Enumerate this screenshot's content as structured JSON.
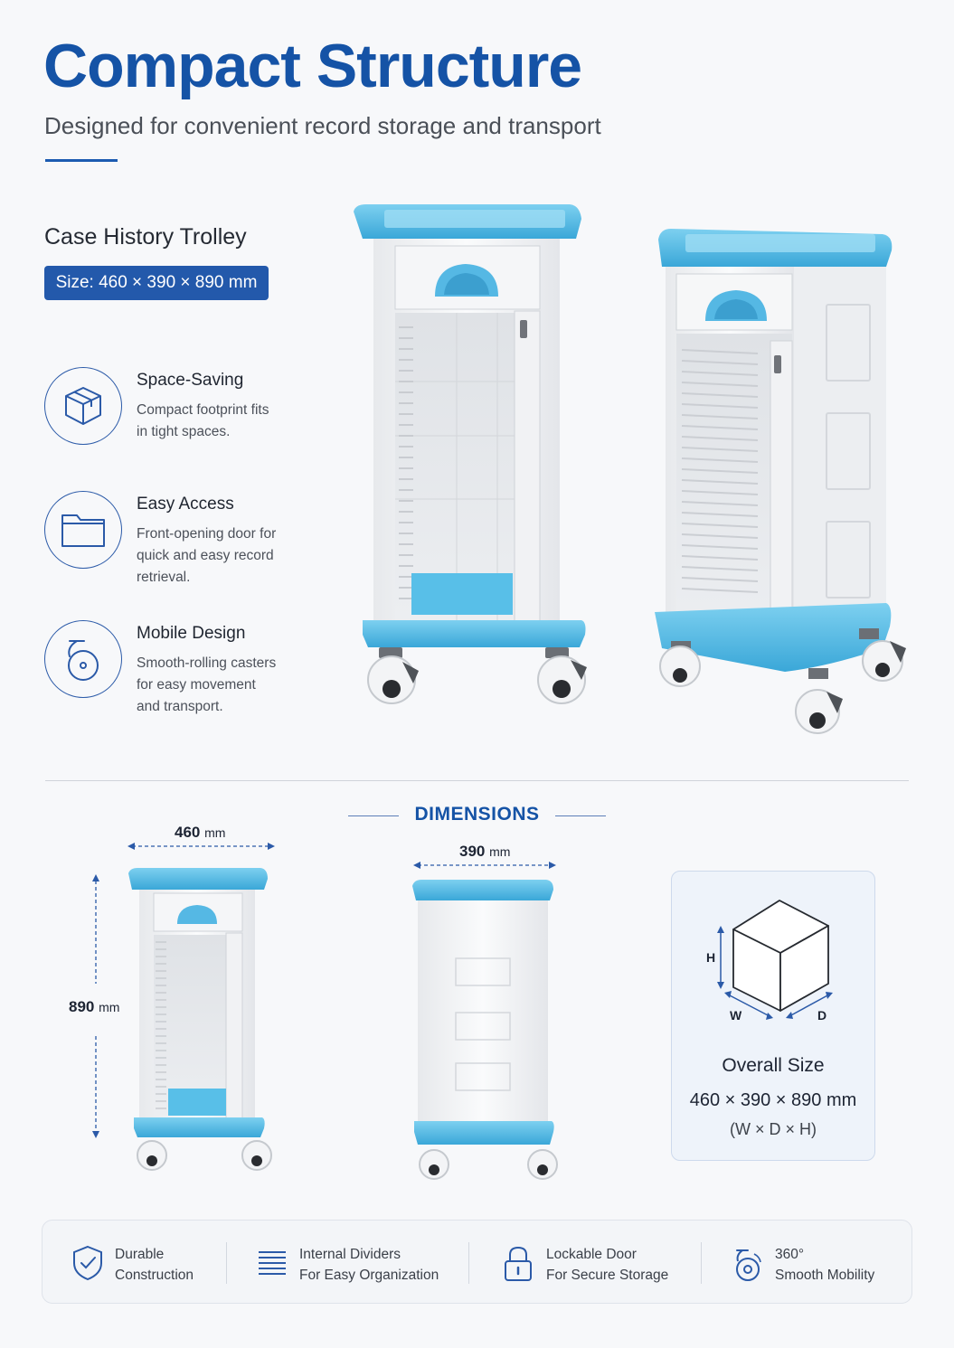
{
  "header": {
    "title": "Compact Structure",
    "subtitle": "Designed for convenient record storage and transport"
  },
  "product": {
    "name": "Case History Trolley",
    "size_badge": "Size: 460 × 390 × 890 mm"
  },
  "features": [
    {
      "icon": "box-icon",
      "title": "Space-Saving",
      "desc": "Compact footprint fits in tight spaces."
    },
    {
      "icon": "folder-icon",
      "title": "Easy Access",
      "desc": "Front-opening door for quick and easy record retrieval."
    },
    {
      "icon": "caster-icon",
      "title": "Mobile Design",
      "desc": "Smooth-rolling casters for easy movement and transport."
    }
  ],
  "dimensions": {
    "title": "DIMENSIONS",
    "width_value": "460",
    "depth_value": "390",
    "height_value": "890",
    "unit": "mm",
    "cube_labels": {
      "h": "H",
      "w": "W",
      "d": "D"
    },
    "card_title": "Overall Size",
    "card_value": "460 × 390 × 890 mm",
    "card_note": "(W × D × H)"
  },
  "bottom_features": [
    {
      "icon": "shield-check-icon",
      "line1": "Durable",
      "line2": "Construction"
    },
    {
      "icon": "dividers-icon",
      "line1": "Internal Dividers",
      "line2": "For Easy Organization"
    },
    {
      "icon": "padlock-icon",
      "line1": "Lockable Door",
      "line2": "For Secure Storage"
    },
    {
      "icon": "rotate-caster-icon",
      "line1": "360°",
      "line2": "Smooth Mobility"
    }
  ],
  "colors": {
    "brand_blue": "#1553a6",
    "accent_cyan": "#4fb8e3",
    "body_white": "#f3f4f6"
  }
}
